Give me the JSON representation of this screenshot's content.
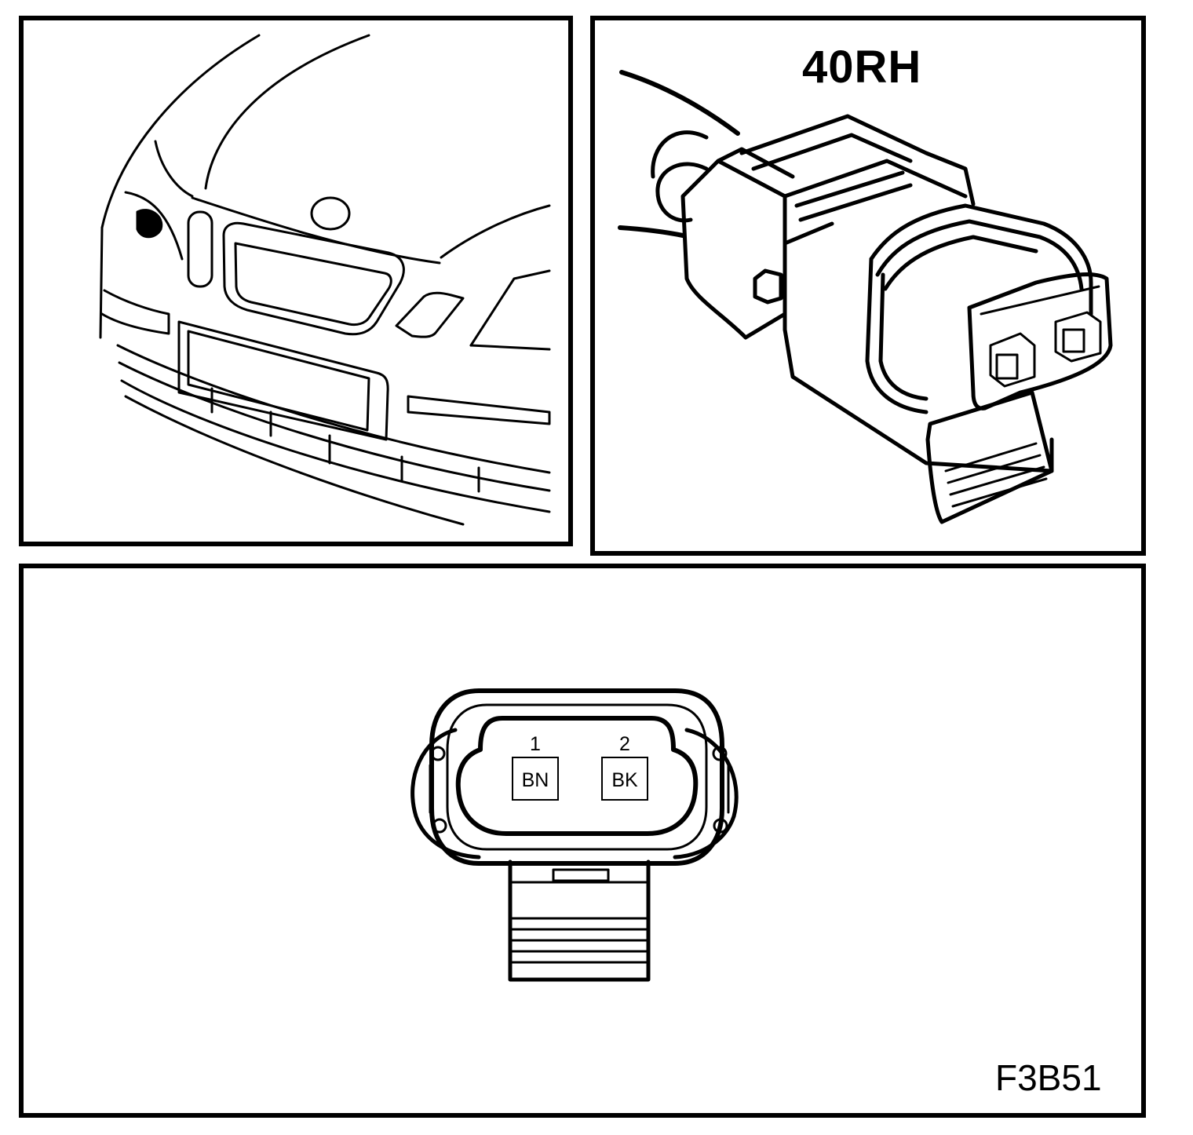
{
  "connector": {
    "id": "40RH",
    "pins": [
      {
        "number": "1",
        "wire_color": "BN"
      },
      {
        "number": "2",
        "wire_color": "BK"
      }
    ]
  },
  "figure": {
    "code": "F3B51"
  },
  "colors": {
    "line": "#000000",
    "background": "#ffffff"
  }
}
